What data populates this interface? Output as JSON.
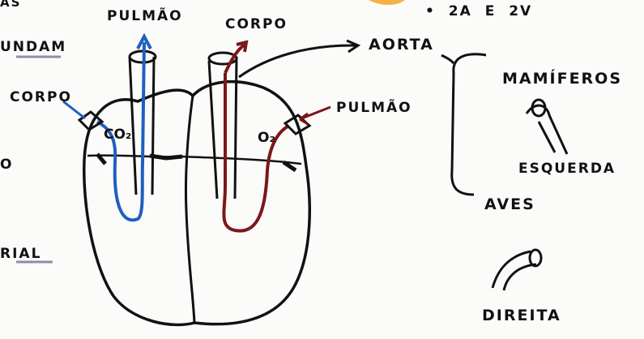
{
  "header": {
    "chambers_note": "• 2A  E  2V"
  },
  "left_edge_fragments": {
    "top": "AS",
    "second": "UNDAM",
    "third": "O",
    "bottom": "RIAL"
  },
  "heart": {
    "label_pulmao_top": "PULMÃO",
    "label_corpo_top": "CORPO",
    "label_corpo_left": "CORPO",
    "label_pulmao_right": "PULMÃO",
    "label_co2": "CO₂",
    "label_o2": "O₂"
  },
  "aorta_branch": {
    "label_aorta": "AORTA",
    "label_mamiferos": "MAMÍFEROS",
    "label_esquerda": "ESQUERDA",
    "label_aves": "AVES",
    "label_direita": "DIREITA"
  },
  "colors": {
    "ink": "#111111",
    "blood_venous": "#1f5fc0",
    "blood_arterial": "#7a1818",
    "highlight": "#f2a51c",
    "line_mark": "#8a8fa8"
  }
}
